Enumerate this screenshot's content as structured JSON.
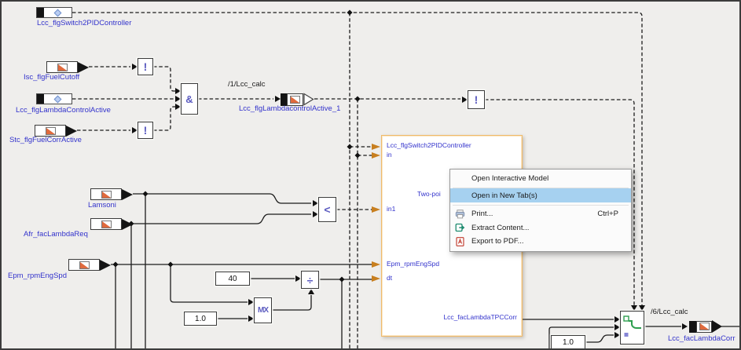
{
  "window": {
    "background": "#efeeec",
    "border_color": "#3c3c3c"
  },
  "palette": {
    "label_blue": "#3333cc",
    "wire_black": "#1b1b1b",
    "glyph_purple": "#5b5bc0",
    "port_arrow_orange": "#c87f1f",
    "subsystem_border_orange": "#f0ba6a",
    "menu_highlight_blue": "#a6d1f0"
  },
  "signals": {
    "switch2pid": "Lcc_flgSwitch2PIDController",
    "fuel_cutoff": "Isc_flgFuelCutoff",
    "lambda_control_active": "Lcc_flgLambdaControlActive",
    "fuel_corr_active": "Stc_flgFuelCorrActive",
    "tag1": "/1/Lcc_calc",
    "lambda_control_active_1": "Lcc_flgLambdacontrolActive_1",
    "lamsoni": "Lamsoni",
    "lambda_req": "Afr_facLambdaReq",
    "eng_spd": "Epm_rpmEngSpd",
    "tag6": "/6/Lcc_calc",
    "lambda_corr": "Lcc_facLambdaCorr"
  },
  "operators": {
    "not": "!",
    "and": "&",
    "less_than": "<",
    "divide": "÷",
    "minmax": "MX"
  },
  "constants": {
    "c40": "40",
    "c1a": "1.0",
    "c1b": "1.0"
  },
  "subsystem": {
    "port_switch2pid": "Lcc_flgSwitch2PIDController",
    "port_in": "in",
    "inner_label": "Two-poi",
    "port_in1": "in1",
    "port_engspd": "Epm_rpmEngSpd",
    "port_dt": "dt",
    "port_out": "Lcc_facLambdaTPCCorr"
  },
  "context_menu": {
    "items": [
      {
        "label": "Open Interactive Model"
      },
      {
        "label": "Open in New Tab(s)"
      },
      {
        "label": "Print...",
        "shortcut": "Ctrl+P",
        "icon": "printer-icon"
      },
      {
        "label": "Extract Content...",
        "icon": "extract-content-icon"
      },
      {
        "label": "Export to PDF...",
        "icon": "export-pdf-icon"
      }
    ]
  }
}
